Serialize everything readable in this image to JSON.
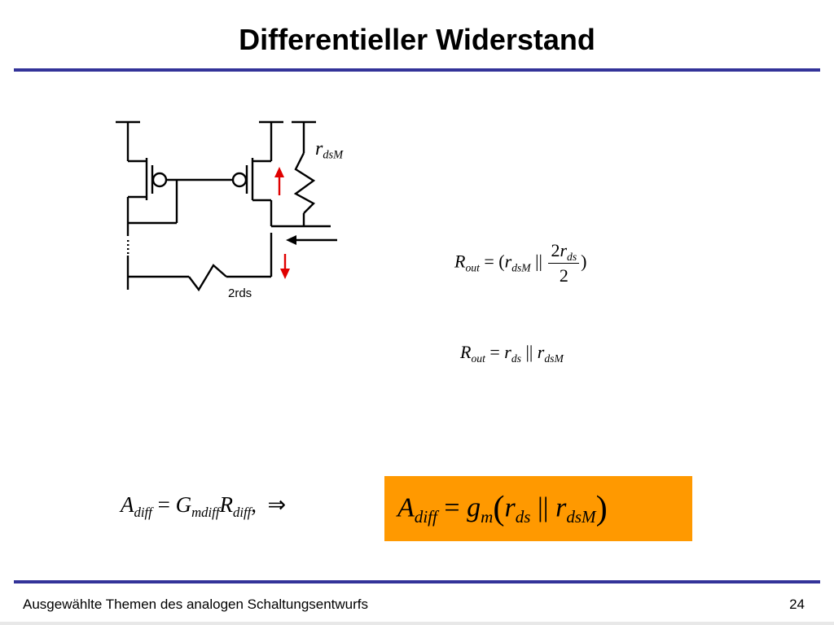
{
  "title": "Differentieller Widerstand",
  "footer": {
    "left": "Ausgewählte Themen des analogen Schaltungsentwurfs",
    "page_number": "24"
  },
  "circuit": {
    "label_rdsM_base": "r",
    "label_rdsM_sub": "dsM",
    "label_2rds": "2rds",
    "colors": {
      "arrow": "#e00000",
      "wire": "#000000"
    }
  },
  "formula1": {
    "lhs": "R",
    "lhs_sub": "out",
    "eq": "=",
    "open": "(",
    "r": "r",
    "r_sub": "dsM",
    "parallel": "||",
    "num_coef": "2",
    "num_r": "r",
    "num_sub": "ds",
    "den": "2",
    "close": ")"
  },
  "formula2": {
    "lhs": "R",
    "lhs_sub": "out",
    "eq": "=",
    "r1": "r",
    "r1_sub": "ds",
    "parallel": "||",
    "r2": "r",
    "r2_sub": "dsM"
  },
  "formula3": {
    "a": "A",
    "a_sub": "diff",
    "eq": "=",
    "g": "G",
    "g_sub": "mdiff",
    "r": "R",
    "r_sub": "diff",
    "comma": ",",
    "implies": "⇒"
  },
  "formula4": {
    "a": "A",
    "a_sub": "diff",
    "eq": "=",
    "g": "g",
    "g_sub": "m",
    "open": "(",
    "r1": "r",
    "r1_sub": "ds",
    "parallel": "||",
    "r2": "r",
    "r2_sub": "dsM",
    "close": ")",
    "box_color": "#ff9900"
  }
}
